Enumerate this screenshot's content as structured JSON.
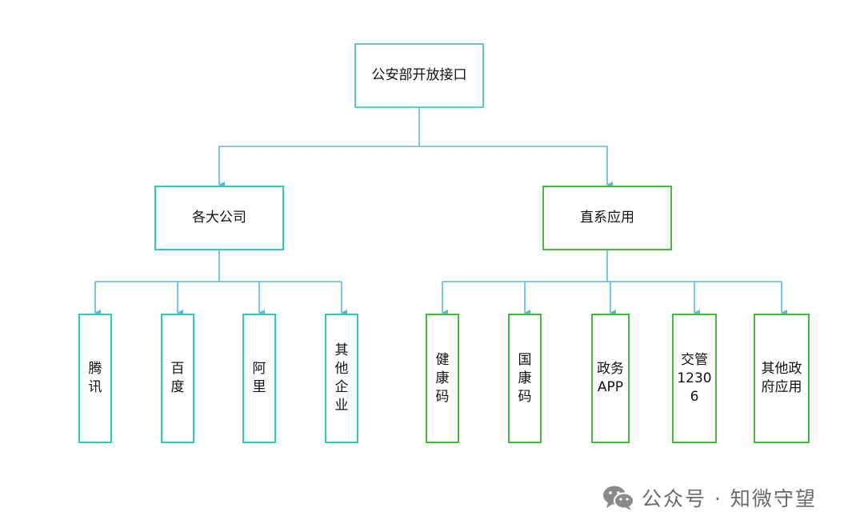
{
  "colors": {
    "connector": "#5ab5e4",
    "company_border": "#36c8b0",
    "app_border": "#44bb3a",
    "root_border": "#5cc7d7"
  },
  "root": {
    "label": "公安部开放接口"
  },
  "branches": [
    {
      "label": "各大公司",
      "children": [
        "腾讯",
        "百度",
        "阿里",
        "其他企业"
      ]
    },
    {
      "label": "直系应用",
      "children": [
        "健康码",
        "国康码",
        "政务APP",
        "交管12306",
        "其他政府应用"
      ]
    }
  ],
  "watermark": {
    "text": "公众号 · 知微守望",
    "icon": "wechat-icon"
  }
}
